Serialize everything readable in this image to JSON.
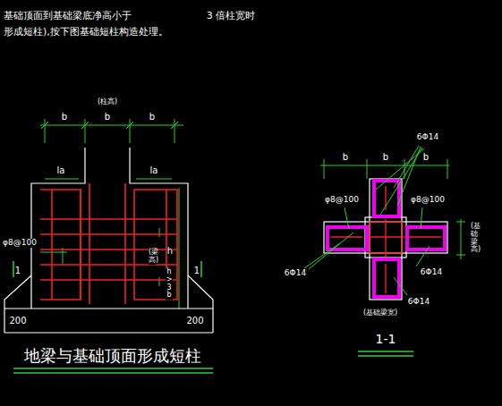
{
  "diagram": {
    "caption": "地梁与基础顶面形成短柱",
    "labels": [
      "基础顶面到基础梁底净高小于",
      "3 倍柱宽时",
      "形成短柱),按下图基础短柱构造处理。",
      "(柱高)",
      "b",
      "b",
      "b",
      "la",
      "la",
      "φ8@100",
      "1",
      "1",
      "(梁高)",
      "h",
      "h>3b",
      "200",
      "200",
      "b",
      "b",
      "b",
      "6Φ14",
      "φ8@100",
      "φ8@100",
      "6Φ14",
      "6Φ14",
      "6Φ14",
      "(基础梁宽)",
      "(基础梁高)",
      "1-1"
    ]
  }
}
